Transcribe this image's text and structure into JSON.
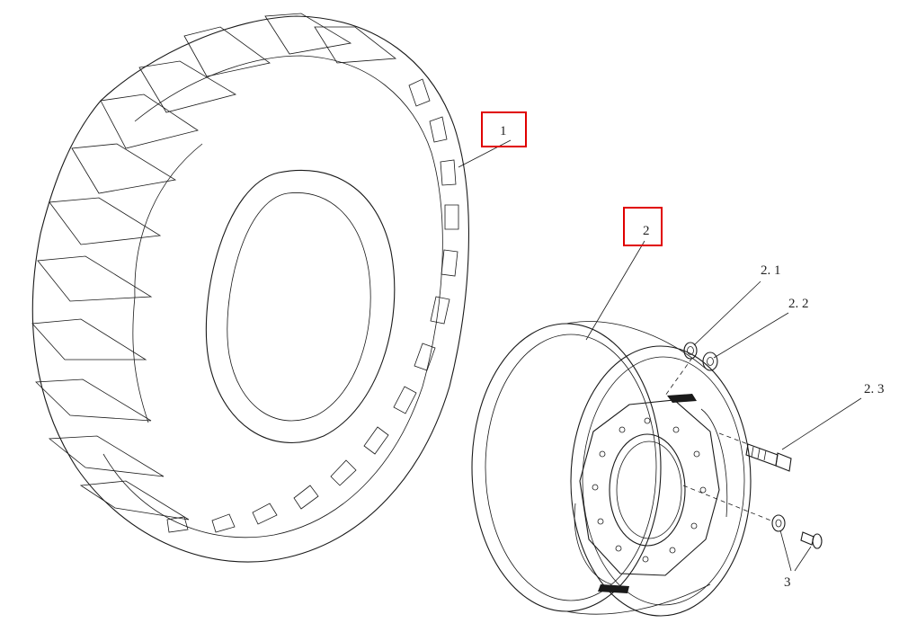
{
  "colors": {
    "line": "#1a1a1a",
    "highlight": "#e00000",
    "background": "#ffffff"
  },
  "callouts": {
    "tire": "1",
    "rim": "2",
    "nut": "2. 1",
    "washer": "2. 2",
    "bolt": "2. 3",
    "valve": "3"
  }
}
